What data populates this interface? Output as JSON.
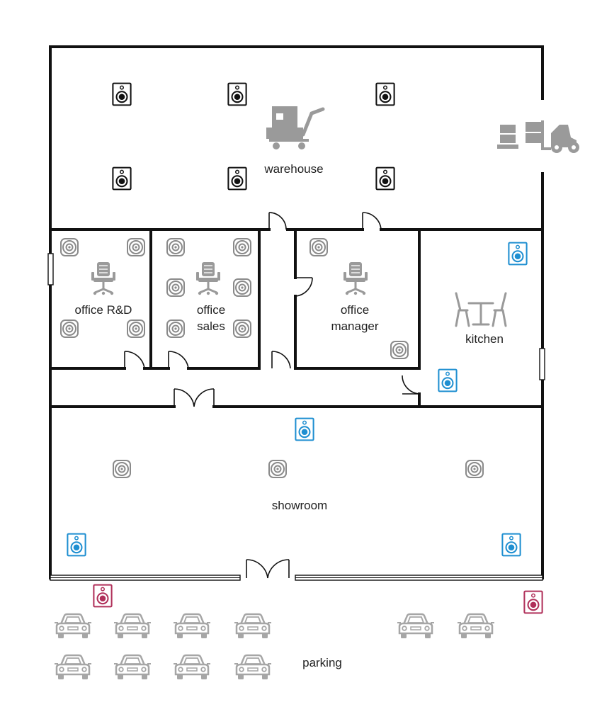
{
  "rooms": {
    "warehouse": "warehouse",
    "office_rd": "office R&D",
    "office_sales_1": "office",
    "office_sales_2": "sales",
    "office_manager_1": "office",
    "office_manager_2": "manager",
    "kitchen": "kitchen",
    "showroom": "showroom",
    "parking": "parking"
  },
  "speaker_types": {
    "box_black": "#111111",
    "ceiling_gray": "#8a8a8a",
    "box_blue": "#1f8fd1",
    "box_red": "#b0305a"
  },
  "icons": [
    "box-speaker-icon",
    "ceiling-speaker-icon",
    "office-chair-icon",
    "table-chairs-icon",
    "cart-scale-icon",
    "forklift-icon",
    "car-icon"
  ],
  "colors": {
    "wall": "#111111",
    "furniture": "#9a9a9a",
    "label": "#222222",
    "background": "#ffffff"
  }
}
